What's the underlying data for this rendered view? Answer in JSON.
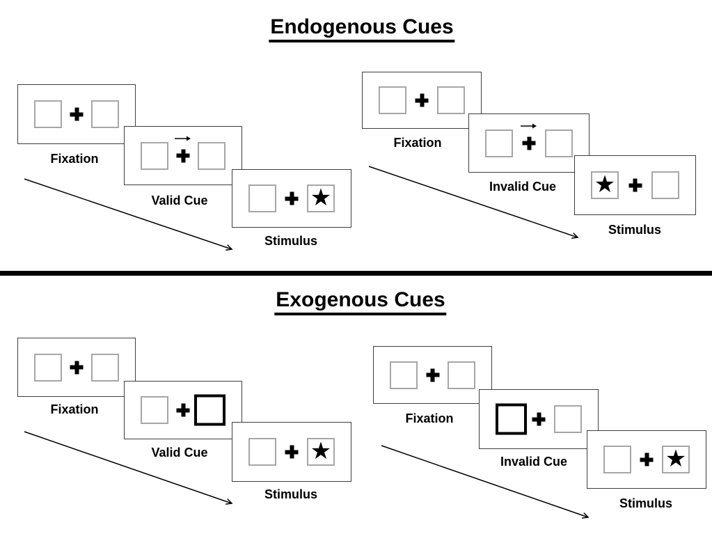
{
  "glyphs": {
    "star": "★"
  },
  "colors": {
    "foreground": "#000000",
    "background": "#ffffff",
    "panel_border": "#3d3d3d",
    "box_border": "#a6a6a6",
    "cue_highlight_border": "#000000"
  },
  "sections": [
    {
      "title": "Endogenous Cues",
      "sequences": [
        {
          "name": "valid",
          "cue_type": "central-arrow",
          "cue_direction": "right",
          "stimulus_side": "right",
          "steps": [
            {
              "label": "Fixation"
            },
            {
              "label": "Valid Cue"
            },
            {
              "label": "Stimulus"
            }
          ]
        },
        {
          "name": "invalid",
          "cue_type": "central-arrow",
          "cue_direction": "right",
          "stimulus_side": "left",
          "steps": [
            {
              "label": "Fixation"
            },
            {
              "label": "Invalid Cue"
            },
            {
              "label": "Stimulus"
            }
          ]
        }
      ]
    },
    {
      "title": "Exogenous Cues",
      "sequences": [
        {
          "name": "valid",
          "cue_type": "peripheral-box-highlight",
          "cue_side": "right",
          "stimulus_side": "right",
          "steps": [
            {
              "label": "Fixation"
            },
            {
              "label": "Valid Cue"
            },
            {
              "label": "Stimulus"
            }
          ]
        },
        {
          "name": "invalid",
          "cue_type": "peripheral-box-highlight",
          "cue_side": "left",
          "stimulus_side": "right",
          "steps": [
            {
              "label": "Fixation"
            },
            {
              "label": "Invalid Cue"
            },
            {
              "label": "Stimulus"
            }
          ]
        }
      ]
    }
  ]
}
